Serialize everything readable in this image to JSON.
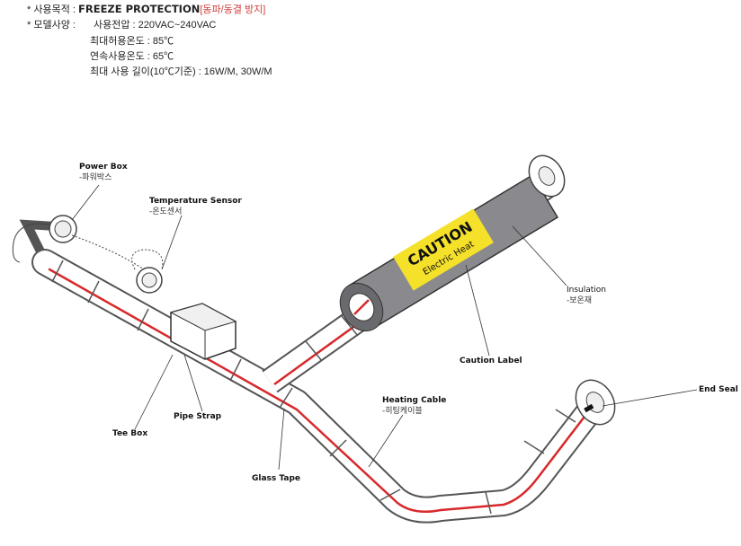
{
  "specs": {
    "purpose_label": "* 사용목적 :",
    "purpose_value": "FREEZE PROTECTION",
    "purpose_korean": "[동파/동결 방지]",
    "model_label": "* 모델사양 :",
    "lines": [
      "사용전압 : 220VAC~240VAC",
      "최대허용온도 : 85℃",
      "연속사용온도 : 65℃",
      "최대 사용 길이(10℃기준) : 16W/M, 30W/M"
    ]
  },
  "caution": {
    "title": "CAUTION",
    "subtitle": "Electric Heat"
  },
  "labels": {
    "power_box": {
      "title": "Power Box",
      "sub": "-파워박스"
    },
    "temperature_sensor": {
      "title": "Temperature Sensor",
      "sub": "-온도센서"
    },
    "insulation": {
      "title": "Insulation",
      "sub": "-보온재"
    },
    "caution_label": {
      "title": "Caution Label"
    },
    "end_seal": {
      "title": "End Seal"
    },
    "heating_cable": {
      "title": "Heating Cable",
      "sub": "-히팅케이블"
    },
    "pipe_strap": {
      "title": "Pipe Strap"
    },
    "tee_box": {
      "title": "Tee Box"
    },
    "glass_tape": {
      "title": "Glass Tape"
    }
  },
  "colors": {
    "cable": "#d8282a",
    "caution_bg": "#f5e12a",
    "insulation": "#8a8a8e"
  }
}
